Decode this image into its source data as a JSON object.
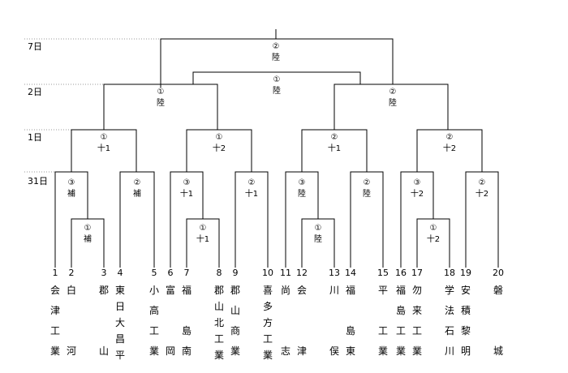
{
  "days": [
    "7日",
    "2日",
    "1日",
    "31日"
  ],
  "matches": {
    "final": [
      "②",
      "陸"
    ],
    "semi_center": [
      "①",
      "陸"
    ],
    "qf1": [
      "①",
      "陸"
    ],
    "qf2": [
      "②",
      "陸"
    ],
    "r16_1": [
      "①",
      "十1"
    ],
    "r16_2": [
      "①",
      "十2"
    ],
    "r16_3": [
      "②",
      "十1"
    ],
    "r16_4": [
      "②",
      "十2"
    ],
    "r32_1": [
      "③",
      "補"
    ],
    "r32_2": [
      "②",
      "補"
    ],
    "r32_3": [
      "③",
      "十1"
    ],
    "r32_4": [
      "②",
      "十1"
    ],
    "r32_5": [
      "③",
      "陸"
    ],
    "r32_6": [
      "②",
      "陸"
    ],
    "r32_7": [
      "③",
      "十2"
    ],
    "r32_8": [
      "②",
      "十2"
    ],
    "pre_1": [
      "①",
      "補"
    ],
    "pre_2": [
      "①",
      "十1"
    ],
    "pre_3": [
      "①",
      "陸"
    ],
    "pre_4": [
      "①",
      "十2"
    ]
  },
  "teams": [
    {
      "num": "1",
      "chars": [
        "会",
        "津",
        "工",
        "業"
      ]
    },
    {
      "num": "2",
      "chars": [
        "白",
        "",
        "",
        "河"
      ]
    },
    {
      "num": "3",
      "chars": [
        "郡",
        "",
        "",
        "山"
      ]
    },
    {
      "num": "4",
      "chars": [
        "東",
        "日",
        "大",
        "昌",
        "平"
      ]
    },
    {
      "num": "5",
      "chars": [
        "小",
        "高",
        "工",
        "業"
      ]
    },
    {
      "num": "6",
      "chars": [
        "富",
        "",
        "",
        "岡"
      ]
    },
    {
      "num": "7",
      "chars": [
        "福",
        "",
        "島",
        "南"
      ]
    },
    {
      "num": "8",
      "chars": [
        "郡",
        "山",
        "北",
        "工",
        "業"
      ]
    },
    {
      "num": "9",
      "chars": [
        "郡",
        "山",
        "商",
        "業"
      ]
    },
    {
      "num": "10",
      "chars": [
        "喜",
        "多",
        "方",
        "工",
        "業"
      ]
    },
    {
      "num": "11",
      "chars": [
        "尚",
        "",
        "",
        "志"
      ]
    },
    {
      "num": "12",
      "chars": [
        "会",
        "",
        "",
        "津"
      ]
    },
    {
      "num": "13",
      "chars": [
        "川",
        "",
        "",
        "俣"
      ]
    },
    {
      "num": "14",
      "chars": [
        "福",
        "",
        "島",
        "東"
      ]
    },
    {
      "num": "15",
      "chars": [
        "平",
        "",
        "工",
        "業"
      ]
    },
    {
      "num": "16",
      "chars": [
        "福",
        "島",
        "工",
        "業"
      ]
    },
    {
      "num": "17",
      "chars": [
        "勿",
        "来",
        "工",
        "業"
      ]
    },
    {
      "num": "18",
      "chars": [
        "学",
        "法",
        "石",
        "川"
      ]
    },
    {
      "num": "19",
      "chars": [
        "安",
        "積",
        "黎",
        "明"
      ]
    },
    {
      "num": "20",
      "chars": [
        "磐",
        "",
        "",
        "城"
      ]
    }
  ]
}
